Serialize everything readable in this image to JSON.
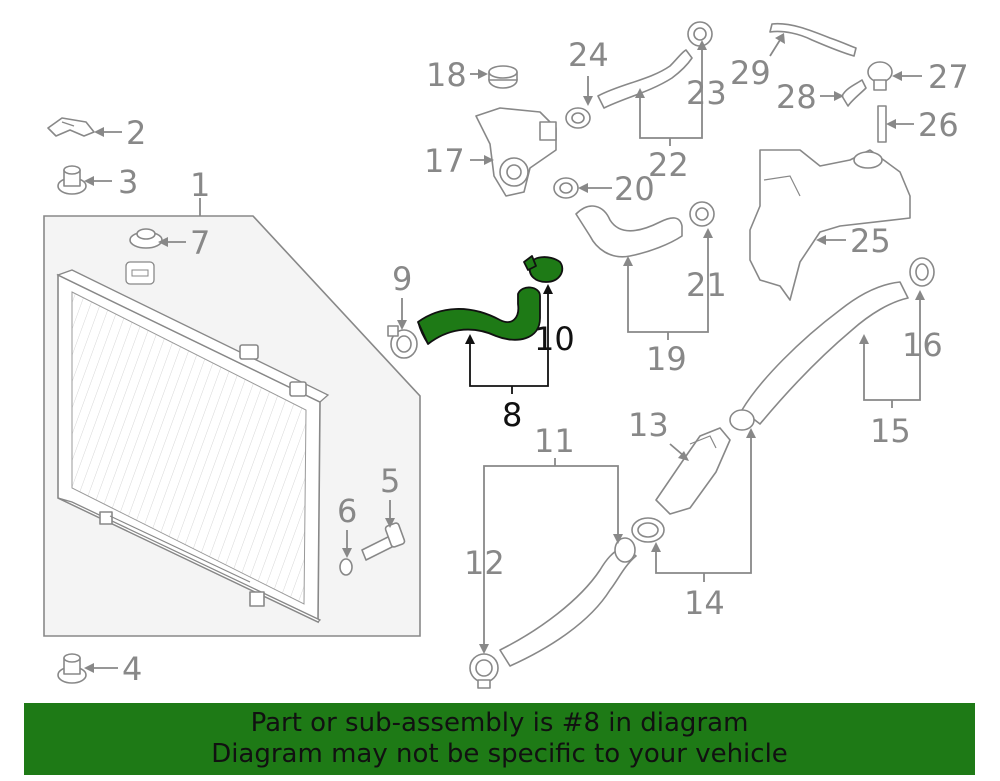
{
  "callouts": {
    "c1": "1",
    "c2": "2",
    "c3": "3",
    "c4": "4",
    "c5": "5",
    "c6": "6",
    "c7": "7",
    "c8": "8",
    "c9": "9",
    "c10": "10",
    "c11": "11",
    "c12": "12",
    "c13": "13",
    "c14": "14",
    "c15": "15",
    "c16": "16",
    "c17": "17",
    "c18": "18",
    "c19": "19",
    "c20": "20",
    "c21": "21",
    "c22": "22",
    "c23": "23",
    "c24": "24",
    "c25": "25",
    "c26": "26",
    "c27": "27",
    "c28": "28",
    "c29": "29"
  },
  "highlighted_part": "8",
  "colors": {
    "highlight": "#1e7a16",
    "lines": "#888888",
    "highlight_text": "#111111"
  },
  "banner": {
    "line1": "Part or sub-assembly is #8 in diagram",
    "line2": "Diagram may not be specific to your vehicle"
  }
}
